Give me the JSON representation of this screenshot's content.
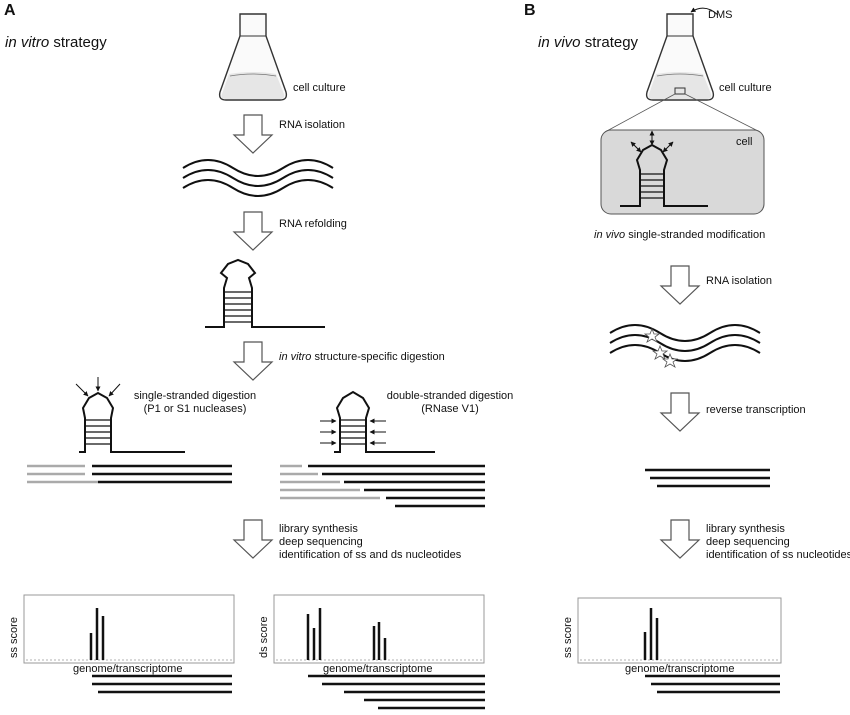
{
  "panel_a": {
    "letter": "A",
    "strategy_italic": "in vitro",
    "strategy_rest": " strategy",
    "flask_label": "cell culture",
    "step_rna_isolation": "RNA isolation",
    "step_refolding": "RNA refolding",
    "step_digestion_italic": "in vitro",
    "step_digestion_rest": " structure-specific digestion",
    "ss_digestion_line1": "single-stranded digestion",
    "ss_digestion_line2": "(P1 or S1 nucleases)",
    "ds_digestion_line1": "double-stranded digestion",
    "ds_digestion_line2": "(RNase V1)",
    "seq_steps": [
      "library synthesis",
      "deep sequencing",
      "identification of ss and ds nucleotides"
    ],
    "plot1_ylabel": "ss score",
    "plot1_xlabel": "genome/transcriptome",
    "plot2_ylabel": "ds score",
    "plot2_xlabel": "genome/transcriptome"
  },
  "panel_b": {
    "letter": "B",
    "strategy_italic": "in vivo",
    "strategy_rest": " strategy",
    "reagent_label": "DMS",
    "flask_label": "cell culture",
    "cell_label": "cell",
    "modification_italic": "in vivo",
    "modification_rest": " single-stranded modification",
    "step_rna_isolation": "RNA isolation",
    "step_rt": "reverse transcription",
    "seq_steps": [
      "library synthesis",
      "deep sequencing",
      "identification of ss nucleotides"
    ],
    "plot_ylabel": "ss score",
    "plot_xlabel": "genome/transcriptome"
  },
  "colors": {
    "ink": "#111111",
    "fragment_gray": "#aaaaaa",
    "cell_fill": "#d9d9d9",
    "flask_fill": "#eeeeee"
  }
}
